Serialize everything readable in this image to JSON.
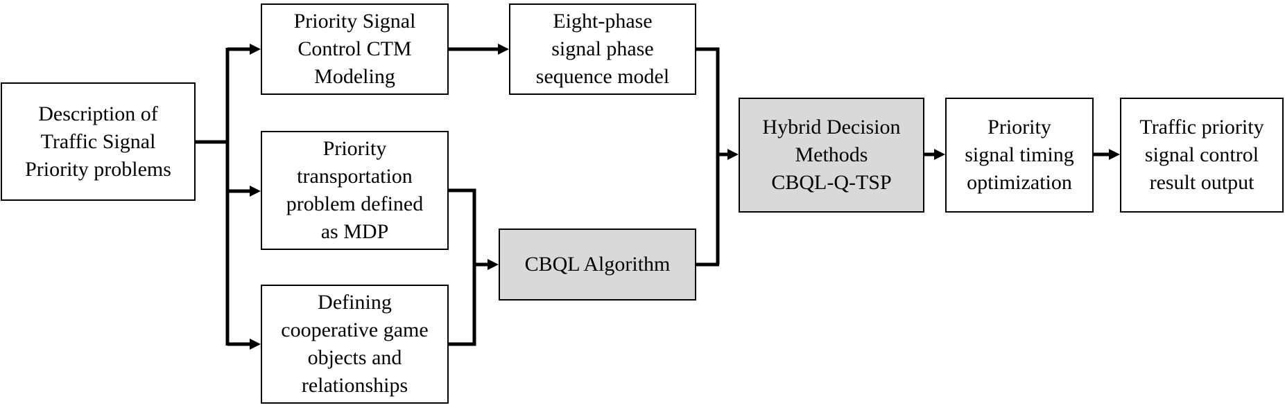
{
  "diagram": {
    "nodes": {
      "description": {
        "text": "Description of\nTraffic Signal\nPriority problems"
      },
      "ctm_modeling": {
        "text": "Priority Signal\nControl CTM\nModeling"
      },
      "eight_phase": {
        "text": "Eight-phase\nsignal phase\nsequence model"
      },
      "mdp": {
        "text": "Priority\ntransportation\nproblem defined\nas MDP"
      },
      "cooperative_game": {
        "text": "Defining\ncooperative game\nobjects and\nrelationships"
      },
      "cbql": {
        "text": "CBQL Algorithm"
      },
      "hybrid": {
        "text": "Hybrid Decision\nMethods\nCBQL-Q-TSP"
      },
      "timing": {
        "text": "Priority\nsignal timing\noptimization"
      },
      "output": {
        "text": "Traffic priority\nsignal control\nresult output"
      }
    },
    "colors": {
      "box_fill": "#ffffff",
      "highlight_fill": "#d9d9d9",
      "stroke": "#000000"
    }
  }
}
